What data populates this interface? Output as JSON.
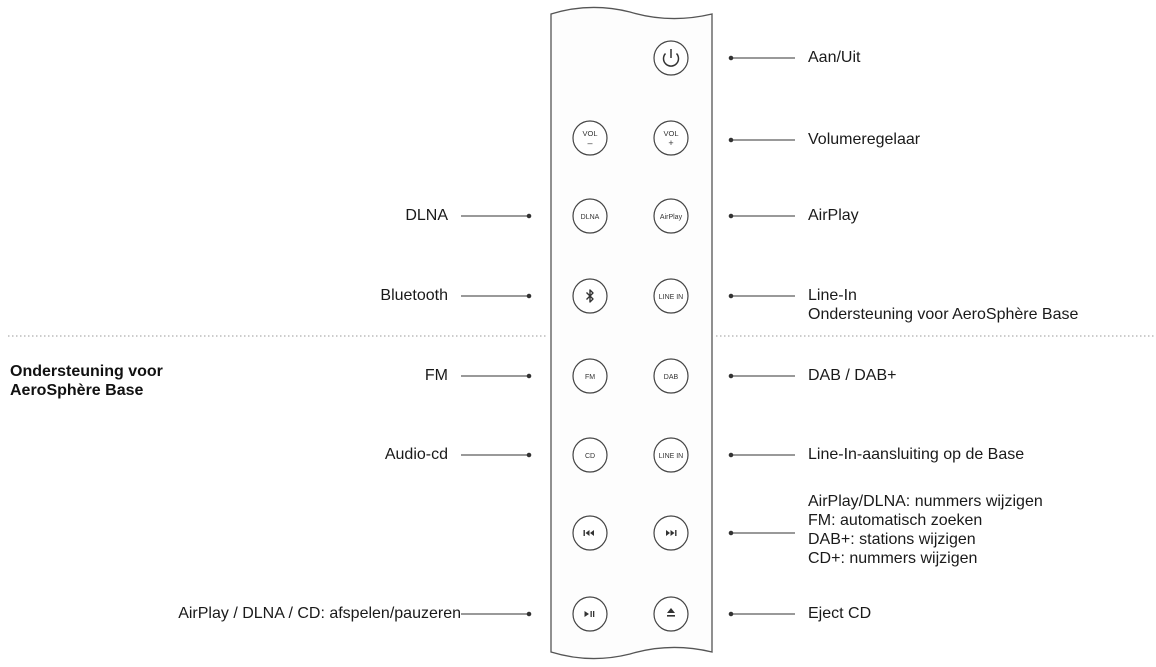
{
  "section": {
    "title": "Ondersteuning voor\nAeroSphère Base"
  },
  "buttons": {
    "power": {
      "icon": "power-icon"
    },
    "vol_minus": {
      "label": "VOL",
      "sub": "–"
    },
    "vol_plus": {
      "label": "VOL",
      "sub": "+"
    },
    "dlna": {
      "label": "DLNA"
    },
    "airplay": {
      "label": "AirPlay"
    },
    "bluetooth": {
      "icon": "bluetooth-icon"
    },
    "line_in_top": {
      "label": "LINE IN"
    },
    "fm": {
      "label": "FM"
    },
    "dab": {
      "label": "DAB"
    },
    "cd": {
      "label": "CD"
    },
    "line_in_bottom": {
      "label": "LINE IN"
    },
    "prev": {
      "icon": "skip-previous-icon"
    },
    "next": {
      "icon": "skip-next-icon"
    },
    "play_pause": {
      "icon": "play-pause-icon"
    },
    "eject": {
      "icon": "eject-icon"
    }
  },
  "labels": {
    "right": {
      "power": "Aan/Uit",
      "volume": "Volumeregelaar",
      "airplay": "AirPlay",
      "line_in": "Line-In\nOndersteuning voor AeroSphère Base",
      "dab": "DAB / DAB+",
      "line_in_base": "Line-In-aansluiting op de Base",
      "skip": "AirPlay/DLNA: nummers wijzigen\nFM: automatisch zoeken\nDAB+: stations wijzigen\nCD+: nummers wijzigen",
      "eject": "Eject CD"
    },
    "left": {
      "dlna": "DLNA",
      "bluetooth": "Bluetooth",
      "fm": "FM",
      "cd": "Audio-cd",
      "play": "AirPlay / DLNA / CD: afspelen/pauzeren"
    }
  }
}
